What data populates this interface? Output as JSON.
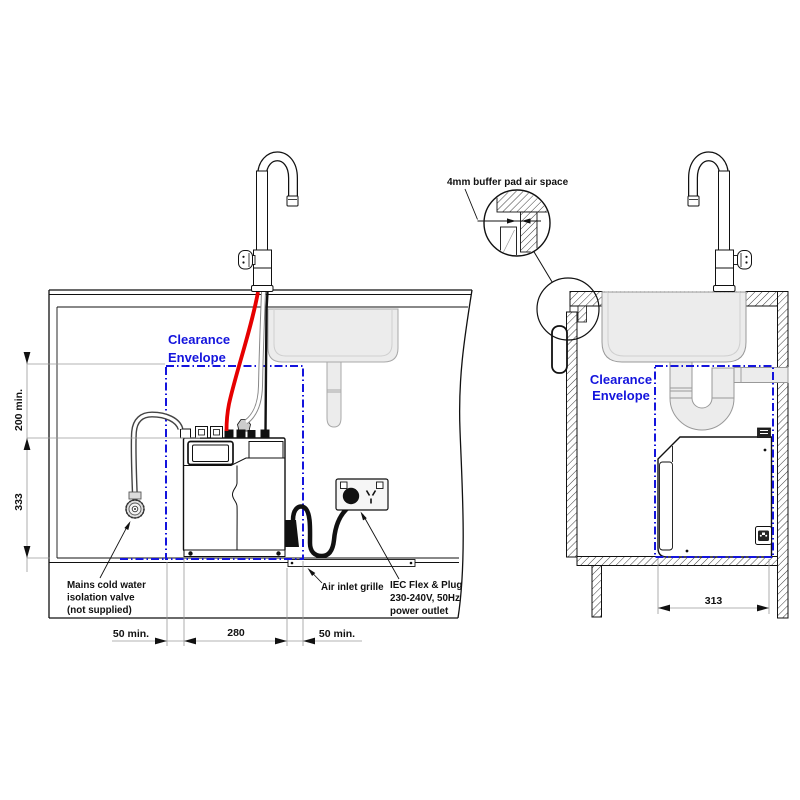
{
  "colors": {
    "envelope_blue": "#1414dd",
    "tube_red": "#e60000"
  },
  "front_view": {
    "clearance_envelope_line1": "Clearance",
    "clearance_envelope_line2": "Envelope",
    "valve_label_line1": "Mains cold water",
    "valve_label_line2": "isolation valve",
    "valve_label_line3": "(not supplied)",
    "air_inlet_label": "Air inlet grille",
    "iec_label_line1": "IEC Flex & Plug",
    "iec_label_line2": "230-240V, 50Hz",
    "iec_label_line3": "power outlet",
    "dim_left_gap": "50 min.",
    "dim_unit_width": "280",
    "dim_right_gap": "50 min.",
    "dim_top_clearance": "200 min.",
    "dim_unit_height": "333"
  },
  "side_view": {
    "clearance_envelope_line1": "Clearance",
    "clearance_envelope_line2": "Envelope",
    "dim_unit_depth": "313"
  },
  "detail": {
    "buffer_pad_label": "4mm buffer pad air space"
  }
}
